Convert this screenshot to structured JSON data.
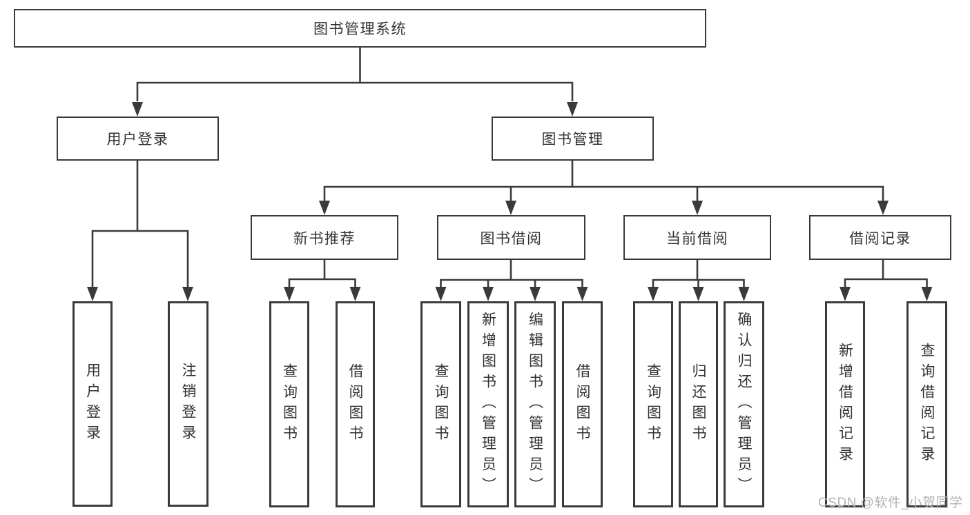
{
  "colors": {
    "line": "#3a3a3a",
    "text": "#333333",
    "watermark": "#b3b3b3",
    "background": "#ffffff"
  },
  "nodes": {
    "root": "图书管理系统",
    "user_login": "用户登录",
    "book_mgmt": "图书管理",
    "new_book_rec": "新书推荐",
    "book_borrow": "图书借阅",
    "current_borrow": "当前借阅",
    "borrow_records": "借阅记录",
    "leaf_user_login": "用户登录",
    "leaf_logout": "注销登录",
    "leaf_rec_query": "查询图书",
    "leaf_rec_borrow": "借阅图书",
    "leaf_bb_query": "查询图书",
    "leaf_bb_add": "新增图书（管理员）",
    "leaf_bb_edit": "编辑图书（管理员）",
    "leaf_bb_borrow": "借阅图书",
    "leaf_cb_query": "查询图书",
    "leaf_cb_return": "归还图书",
    "leaf_cb_confirm": "确认归还（管理员）",
    "leaf_br_add": "新增借阅记录",
    "leaf_br_query": "查询借阅记录"
  },
  "watermark": "CSDN @软件_小贺同学"
}
